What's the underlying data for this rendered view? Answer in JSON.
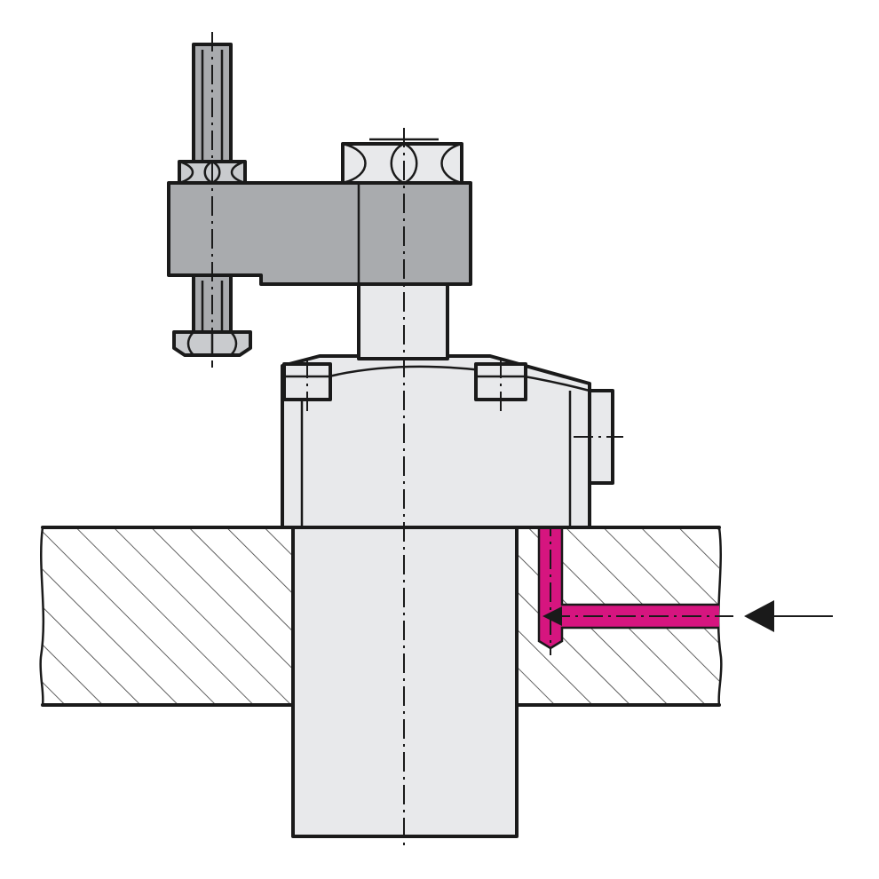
{
  "figure": {
    "colors": {
      "background": "#ffffff",
      "outline": "#1a1a1a",
      "light_part": "#e8e9eb",
      "clamp_arm": "#a9abae",
      "bolt_light": "#c9cbce",
      "oil_channel": "#d6157f",
      "hatch": "#3a3a3a"
    },
    "parts": [
      "clamp-arm",
      "adjusting-screw",
      "lock-nut",
      "screw-head-nut",
      "piston-hex-nut",
      "piston-rod",
      "cylinder-head",
      "cylinder-body",
      "mounting-plate",
      "cylinder-sleeve",
      "oil-channel",
      "oil-inlet-arrow"
    ],
    "icons": {
      "flow_arrow": "arrow-left-icon"
    }
  }
}
